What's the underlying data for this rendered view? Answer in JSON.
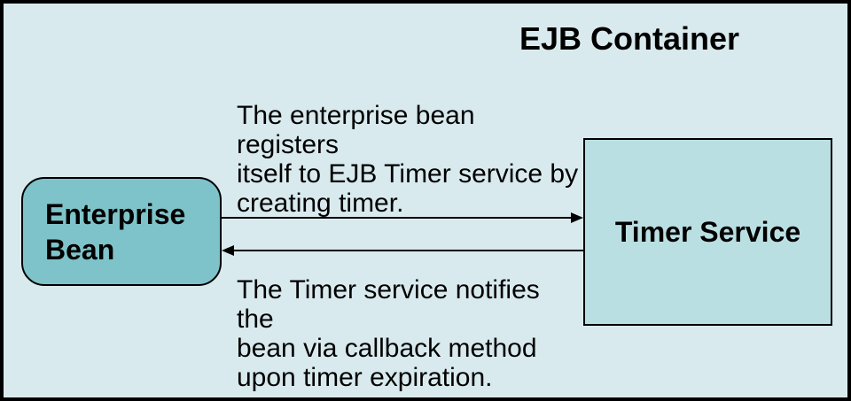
{
  "title": "EJB Container",
  "nodes": {
    "enterprise_bean": {
      "label": "Enterprise Bean"
    },
    "timer_service": {
      "label": "Timer Service"
    }
  },
  "notes": {
    "register": [
      "The enterprise bean registers",
      "itself to EJB Timer service by",
      "creating timer."
    ],
    "notify": [
      "The Timer service notifies the",
      "bean via callback method",
      "upon timer expiration."
    ]
  },
  "arrows": [
    {
      "name": "register-arrow",
      "direction": "right",
      "from": "Enterprise Bean",
      "to": "Timer Service"
    },
    {
      "name": "notify-arrow",
      "direction": "left",
      "from": "Timer Service",
      "to": "Enterprise Bean"
    }
  ],
  "colors": {
    "background": "#D9EAEE",
    "outer_border": "#000000",
    "enterprise_bean_fill": "#7EC3C9",
    "timer_service_fill": "#BADFE3",
    "box_border": "#000000",
    "text": "#000000",
    "arrow": "#000000"
  }
}
